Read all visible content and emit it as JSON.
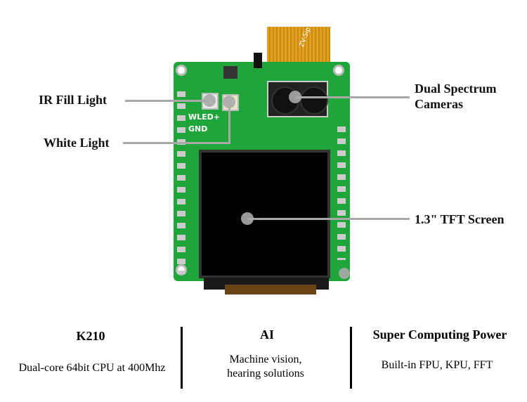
{
  "board": {
    "silk_wled": "WLED+",
    "silk_gnd": "GND",
    "ribbon_text": "ZV-Sip"
  },
  "callouts": {
    "ir_fill_light": "IR Fill Light",
    "white_light": "White Light",
    "dual_spectrum_line1": "Dual Spectrum",
    "dual_spectrum_line2": "Cameras",
    "tft_screen": "1.3\" TFT Screen"
  },
  "features": [
    {
      "title": "K210",
      "desc": "Dual-core 64bit CPU at 400Mhz"
    },
    {
      "title": "AI",
      "desc_line1": "Machine vision,",
      "desc_line2": "hearing solutions"
    },
    {
      "title": "Super Computing Power",
      "desc": "Built-in FPU, KPU, FFT"
    }
  ],
  "colors": {
    "pcb": "#1fa53a",
    "ribbon": "#e0a020",
    "callout_line": "#a8a8a8"
  }
}
